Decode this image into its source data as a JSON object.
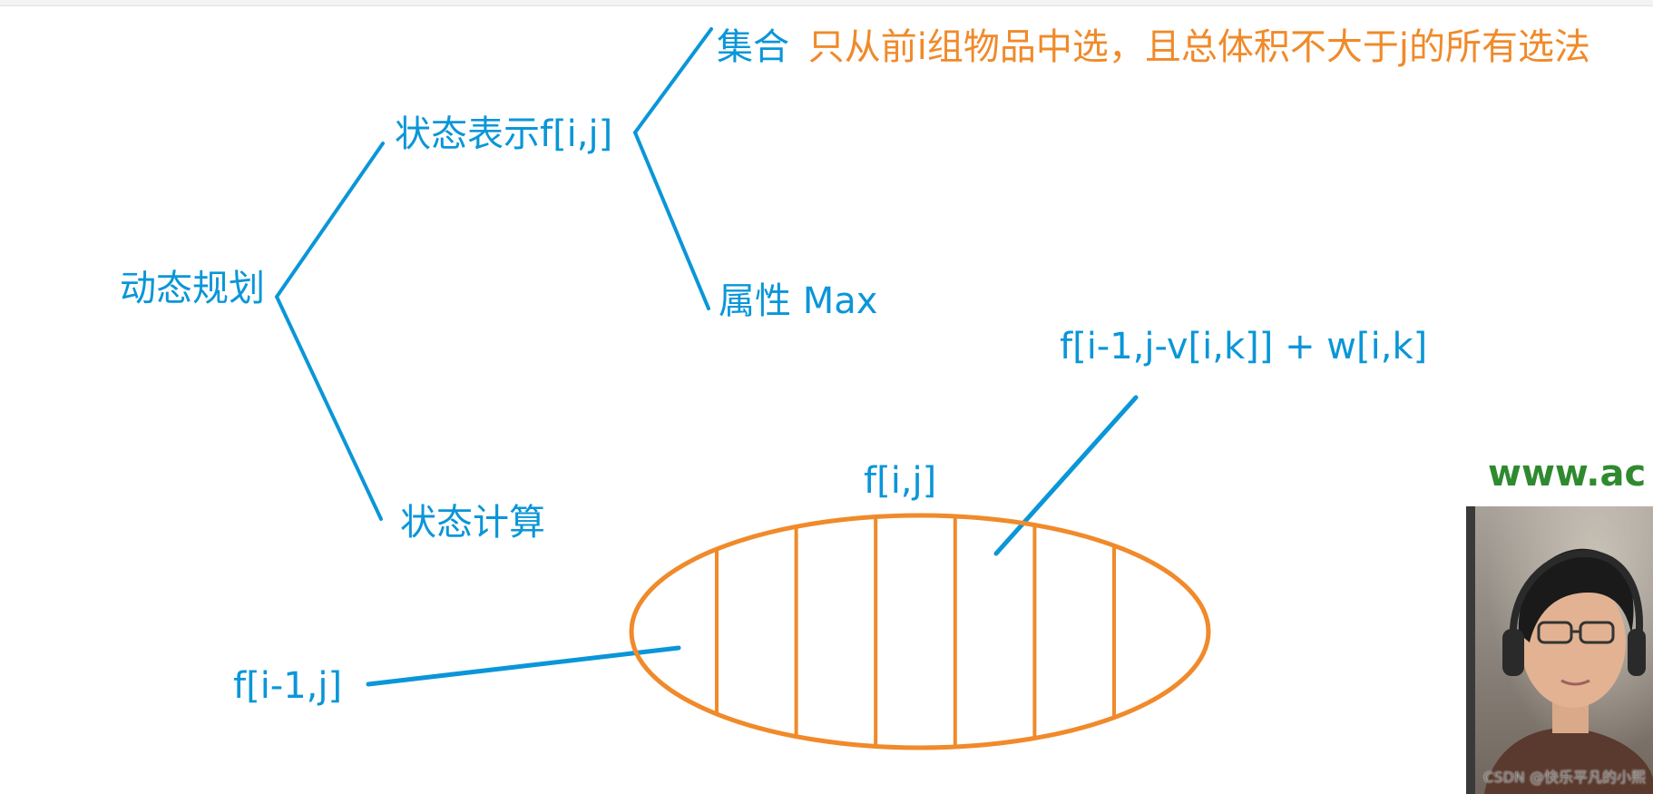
{
  "colors": {
    "tree": "#0a96d8",
    "accent": "#f08a2a",
    "url": "#2f8a2f"
  },
  "tree": {
    "root": "动态规划",
    "state_repr": "状态表示f[i,j]",
    "state_calc": "状态计算",
    "set_label": "集合",
    "set_desc": "只从前i组物品中选，且总体积不大于j的所有选法",
    "attr": "属性 Max"
  },
  "ellipse": {
    "top_label": "f[i,j]",
    "left_label": "f[i-1,j]",
    "right_label": "f[i-1,j-v[i,k]] + w[i,k]",
    "vertical_divider_count": 6
  },
  "overlay": {
    "url": "www.ac",
    "watermark": "CSDN @快乐平凡的小熙",
    "webcam_icon": "presenter-webcam"
  }
}
